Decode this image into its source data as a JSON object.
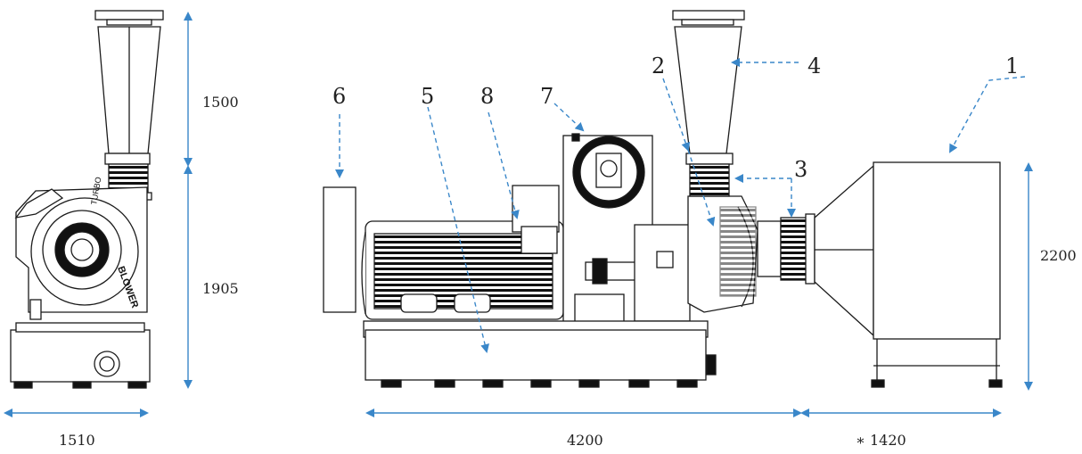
{
  "colors": {
    "arrow": "#3a87c9",
    "line": "#1b1b1b",
    "fill": "#ffffff",
    "dark": "#111111"
  },
  "dimensions": {
    "side_width": "1510",
    "top_height": "1500",
    "lower_height": "1905",
    "base_length": "4200",
    "filter_length": "∗ 1420",
    "filter_height": "2200"
  },
  "callouts": [
    "1",
    "2",
    "3",
    "4",
    "5",
    "6",
    "7",
    "8"
  ],
  "side_logo": "TURBO",
  "side_lettering": "BLOWER"
}
